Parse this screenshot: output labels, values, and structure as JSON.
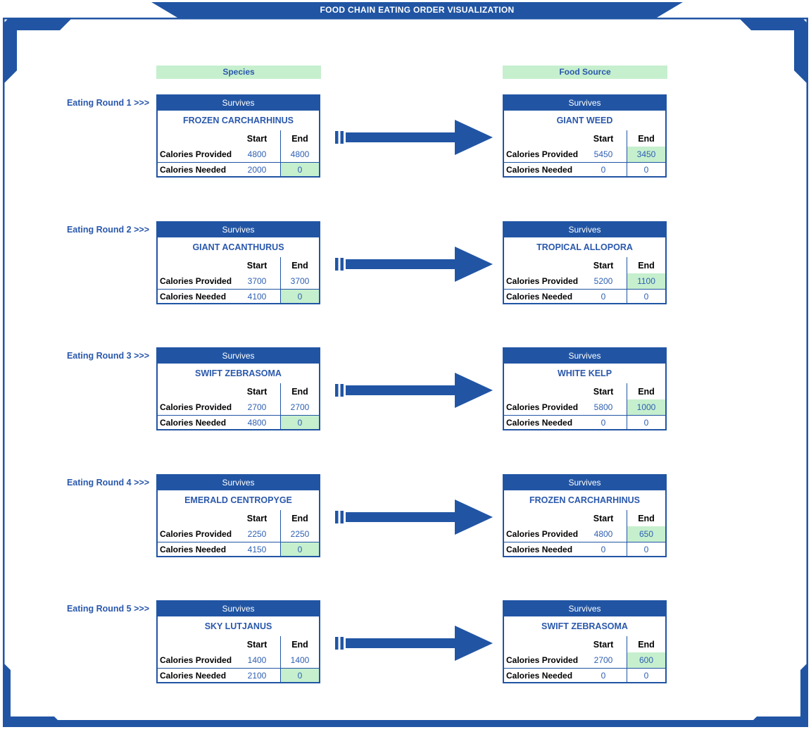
{
  "title": "FOOD CHAIN EATING ORDER VISUALIZATION",
  "columns": {
    "species": "Species",
    "food_source": "Food Source"
  },
  "labels": {
    "start": "Start",
    "end": "End",
    "calories_provided": "Calories Provided",
    "calories_needed": "Calories Needed"
  },
  "colors": {
    "primary_blue": "#2155A4",
    "highlight_green": "#C6EFCE",
    "value_text_blue": "#2E5FB2",
    "banner_text": "#FFFFFF"
  },
  "rounds": [
    {
      "label": "Eating Round 1 >>>",
      "species": {
        "status": "Survives",
        "name": "FROZEN CARCHARHINUS",
        "provided_start": "4800",
        "provided_end": "4800",
        "needed_start": "2000",
        "needed_end": "0"
      },
      "food_source": {
        "status": "Survives",
        "name": "GIANT WEED",
        "provided_start": "5450",
        "provided_end": "3450",
        "needed_start": "0",
        "needed_end": "0"
      }
    },
    {
      "label": "Eating Round 2 >>>",
      "species": {
        "status": "Survives",
        "name": "GIANT ACANTHURUS",
        "provided_start": "3700",
        "provided_end": "3700",
        "needed_start": "4100",
        "needed_end": "0"
      },
      "food_source": {
        "status": "Survives",
        "name": "TROPICAL ALLOPORA",
        "provided_start": "5200",
        "provided_end": "1100",
        "needed_start": "0",
        "needed_end": "0"
      }
    },
    {
      "label": "Eating Round 3 >>>",
      "species": {
        "status": "Survives",
        "name": "SWIFT ZEBRASOMA",
        "provided_start": "2700",
        "provided_end": "2700",
        "needed_start": "4800",
        "needed_end": "0"
      },
      "food_source": {
        "status": "Survives",
        "name": "WHITE KELP",
        "provided_start": "5800",
        "provided_end": "1000",
        "needed_start": "0",
        "needed_end": "0"
      }
    },
    {
      "label": "Eating Round 4 >>>",
      "species": {
        "status": "Survives",
        "name": "EMERALD CENTROPYGE",
        "provided_start": "2250",
        "provided_end": "2250",
        "needed_start": "4150",
        "needed_end": "0"
      },
      "food_source": {
        "status": "Survives",
        "name": "FROZEN CARCHARHINUS",
        "provided_start": "4800",
        "provided_end": "650",
        "needed_start": "0",
        "needed_end": "0"
      }
    },
    {
      "label": "Eating Round 5 >>>",
      "species": {
        "status": "Survives",
        "name": "SKY LUTJANUS",
        "provided_start": "1400",
        "provided_end": "1400",
        "needed_start": "2100",
        "needed_end": "0"
      },
      "food_source": {
        "status": "Survives",
        "name": "SWIFT ZEBRASOMA",
        "provided_start": "2700",
        "provided_end": "600",
        "needed_start": "0",
        "needed_end": "0"
      }
    }
  ]
}
